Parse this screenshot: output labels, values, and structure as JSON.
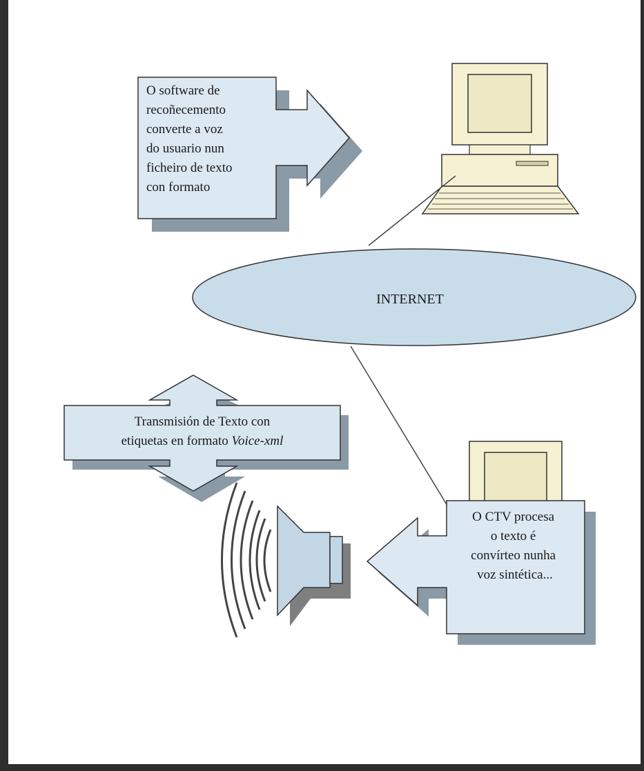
{
  "colors": {
    "frame": "#2e2e2e",
    "shape_fill": "#d8e6f0",
    "box_fill": "#dce8f2",
    "ellipse_fill": "#c9dcea",
    "computer_fill": "#f6f1d2",
    "outline": "#333333"
  },
  "boxes": {
    "top": {
      "lines": [
        "O software de",
        "recoñecemento",
        "converte a voz",
        "do usuario nun",
        "ficheiro de texto",
        "con formato"
      ]
    },
    "bottom": {
      "lines": [
        "O CTV procesa",
        "o texto é",
        "convírteo nunha",
        "voz sintética..."
      ]
    }
  },
  "transmission": {
    "line1": "Transmisión de Texto con",
    "line2_prefix": "etiquetas en formato ",
    "line2_italic": "Voice-xml"
  },
  "network": {
    "label": "INTERNET"
  },
  "icons": {
    "computer_top": "computer-icon",
    "computer_bottom": "computer-icon",
    "speaker": "speaker-icon"
  }
}
